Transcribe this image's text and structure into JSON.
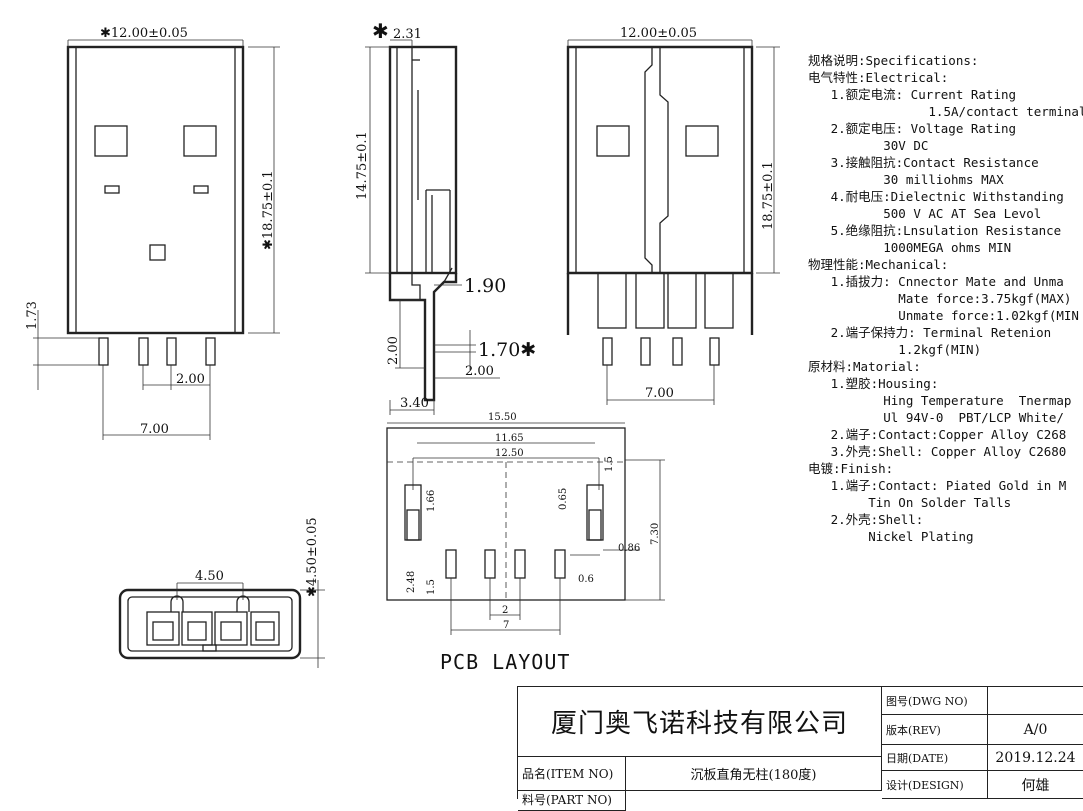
{
  "dimensions": {
    "front_width": "✱12.00±0.05",
    "front_height": "✱18.75±0.1",
    "front_leg": "1.73",
    "front_pitch": "2.00",
    "front_span": "7.00",
    "side_top": "✱",
    "side_top_val": "2.31",
    "side_height": "14.75±0.1",
    "side_190": "1.90",
    "side_170": "1.70✱",
    "side_200v": "2.00",
    "side_200h": "2.00",
    "side_340": "3.40",
    "back_width": "12.00±0.05",
    "back_height": "18.75±0.1",
    "back_span": "7.00",
    "end_height": "✱4.50±0.05",
    "end_pitch": "4.50",
    "pcb_1550": "15.50",
    "pcb_1165": "11.65",
    "pcb_1250": "12.50",
    "pcb_166": "1.66",
    "pcb_065": "0.65",
    "pcb_15a": "1.5",
    "pcb_086": "0.86",
    "pcb_730": "7.30",
    "pcb_248": "2.48",
    "pcb_15b": "1.5",
    "pcb_06": "0.6",
    "pcb_2": "2",
    "pcb_7": "7"
  },
  "pcb_caption": "PCB LAYOUT",
  "specs": [
    "规格说明:Specifications:",
    "电气特性:Electrical:",
    "   1.额定电流: Current Rating",
    "                1.5A/contact terminal",
    "   2.额定电压: Voltage Rating",
    "          30V DC",
    "   3.接触阻抗:Contact Resistance",
    "          30 milliohms MAX",
    "   4.耐电压:Dielectnic Withstanding",
    "          500 V AC AT Sea Levol",
    "   5.绝缘阻抗:Lnsulation Resistance",
    "          1000MEGA ohms MIN",
    "物理性能:Mechanical:",
    "   1.插拔力: Cnnector Mate and Unma",
    "            Mate force:3.75kgf(MAX)",
    "            Unmate force:1.02kgf(MIN",
    "   2.端子保持力: Terminal Retenion",
    "            1.2kgf(MIN)",
    "原材料:Matorial:",
    "   1.塑胶:Housing:",
    "          Hing Temperature  Tnermap",
    "          Ul 94V-0  PBT/LCP White/",
    "   2.端子:Contact:Copper Alloy C268",
    "   3.外壳:Shell: Copper Alloy C2680",
    "电镀:Finish:",
    "   1.端子:Contact: Piated Gold in M",
    "        Tin On Solder Talls",
    "   2.外壳:Shell:",
    "        Nickel Plating"
  ],
  "title_block": {
    "company": "厦门奥飞诺科技有限公司",
    "drawing_no_label": "图号(DWG NO)",
    "drawing_no_value": "",
    "rev_label": "版本(REV)",
    "rev_value": "A/0",
    "date_label": "日期(DATE)",
    "date_value": "2019.12.24",
    "item_label": "品名(ITEM NO)",
    "item_value": "沉板直角无柱(180度)",
    "design_label": "设计(DESIGN)",
    "design_value": "何雄",
    "part_label": "料号(PART NO)"
  }
}
